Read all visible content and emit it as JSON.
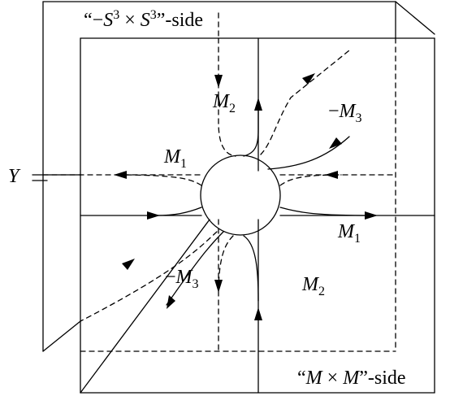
{
  "labels": {
    "top_side_prefix": "“−",
    "top_side_s1": "S",
    "top_side_exp1": "3",
    "top_side_times": " × ",
    "top_side_s2": "S",
    "top_side_exp2": "3",
    "top_side_suffix": "”-side",
    "bottom_side_prefix": "“",
    "bottom_side_m1": "M",
    "bottom_side_times": " × ",
    "bottom_side_m2": "M",
    "bottom_side_suffix": "”-side",
    "y": "Y",
    "m": "M",
    "minus": "−",
    "sub1": "1",
    "sub2": "2",
    "sub3": "3"
  },
  "colors": {
    "stroke": "#000000",
    "background": "#ffffff"
  }
}
